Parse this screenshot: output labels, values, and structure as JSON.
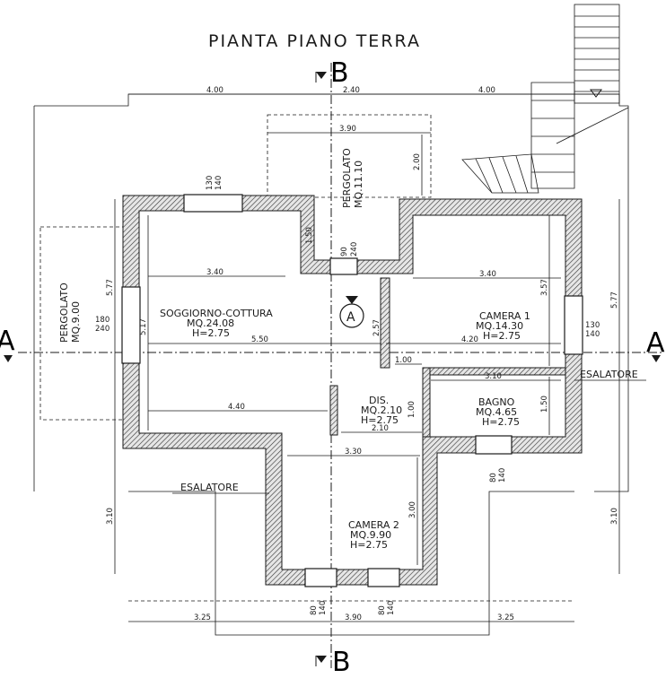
{
  "title": "PIANTA PIANO TERRA",
  "sections": {
    "b_top": "B",
    "b_bottom": "B",
    "a_left": "A",
    "a_right": "A"
  },
  "rooms": {
    "soggiorno": {
      "name": "SOGGIORNO-COTTURA",
      "area": "MQ.24.08",
      "height": "H=2.75"
    },
    "camera1": {
      "name": "CAMERA 1",
      "area": "MQ.14.30",
      "height": "H=2.75"
    },
    "bagno": {
      "name": "BAGNO",
      "area": "MQ.4.65",
      "height": "H=2.75"
    },
    "dis": {
      "name": "DIS.",
      "area": "MQ.2.10",
      "height": "H=2.75"
    },
    "camera2": {
      "name": "CAMERA 2",
      "area": "MQ.9.90",
      "height": "H=2.75"
    }
  },
  "pergolati": {
    "left": {
      "name": "PERGOLATO",
      "area": "MQ.9.00"
    },
    "top": {
      "name": "PERGOLATO",
      "area": "MQ.11.10"
    }
  },
  "esalatore": {
    "left": "ESALATORE",
    "right": "ESALATORE"
  },
  "marker": "A",
  "dimensions": {
    "top_4_00_a": "4.00",
    "top_2_40": "2.40",
    "top_4_00_b": "4.00",
    "perg_3_90": "3.90",
    "perg_2_00": "2.00",
    "win_top": "130",
    "win_top_b": "140",
    "d_1_50": "1.50",
    "door_90": "90",
    "door_240": "240",
    "liv_3_40": "3.40",
    "cam_3_40": "3.40",
    "d_5_77_l": "5.77",
    "d_5_77_r": "5.77",
    "d_5_17": "5.17",
    "d_3_57": "3.57",
    "d_2_57": "2.57",
    "win_l_180": "180",
    "win_l_240": "240",
    "win_r_130": "130",
    "win_r_140": "140",
    "d_5_50": "5.50",
    "d_4_20": "4.20",
    "d_1_00_a": "1.00",
    "d_3_10_bagno": "3.10",
    "d_1_50_b": "1.50",
    "d_4_40": "4.40",
    "d_1_00_b": "1.00",
    "d_2_10": "2.10",
    "d_3_30": "3.30",
    "d_3_00": "3.00",
    "win_80_a": "80",
    "win_140_a": "140",
    "d_3_10_l": "3.10",
    "d_3_10_r": "3.10",
    "win_80_b": "80",
    "win_140_b": "140",
    "win_80_c": "80",
    "win_140_c": "140",
    "bot_3_25_a": "3.25",
    "bot_3_90": "3.90",
    "bot_3_25_b": "3.25"
  }
}
